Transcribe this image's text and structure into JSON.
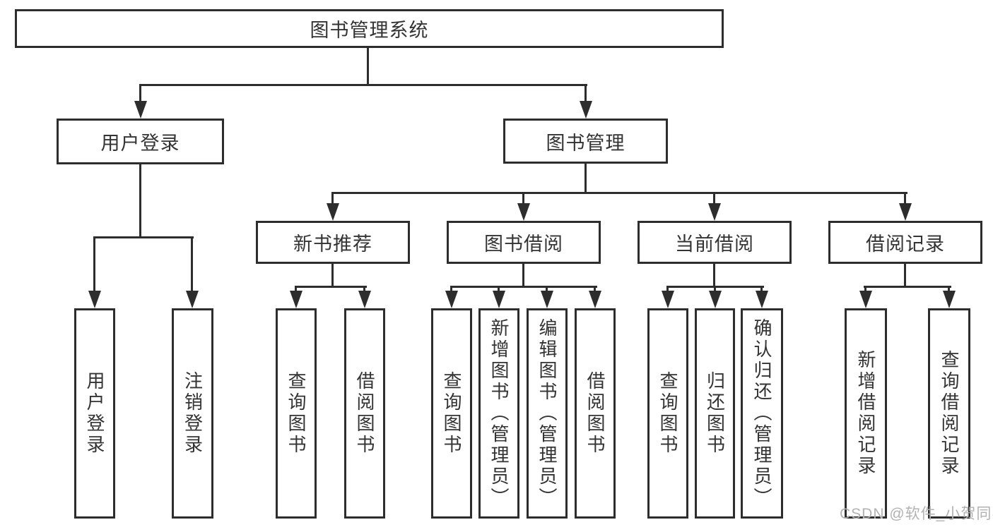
{
  "nodes": {
    "root": "图书管理系统",
    "login": {
      "label": "用户登录",
      "children": [
        "用户登录",
        "注销登录"
      ]
    },
    "mgmt": {
      "label": "图书管理",
      "children": [
        {
          "label": "新书推荐",
          "children": [
            "查询图书",
            "借阅图书"
          ]
        },
        {
          "label": "图书借阅",
          "children": [
            "查询图书",
            "新增图书（管理员）",
            "编辑图书（管理员）",
            "借阅图书"
          ]
        },
        {
          "label": "当前借阅",
          "children": [
            "查询图书",
            "归还图书",
            "确认归还（管理员）"
          ]
        },
        {
          "label": "借阅记录",
          "children": [
            "新增借阅记录",
            "查询借阅记录"
          ]
        }
      ]
    }
  },
  "watermark": {
    "text": "CSDN @软件_小贺同学"
  },
  "colors": {
    "line": "#2d2d2d",
    "text": "#333333",
    "watermark": "#b2b2b2",
    "background": "#ffffff"
  }
}
